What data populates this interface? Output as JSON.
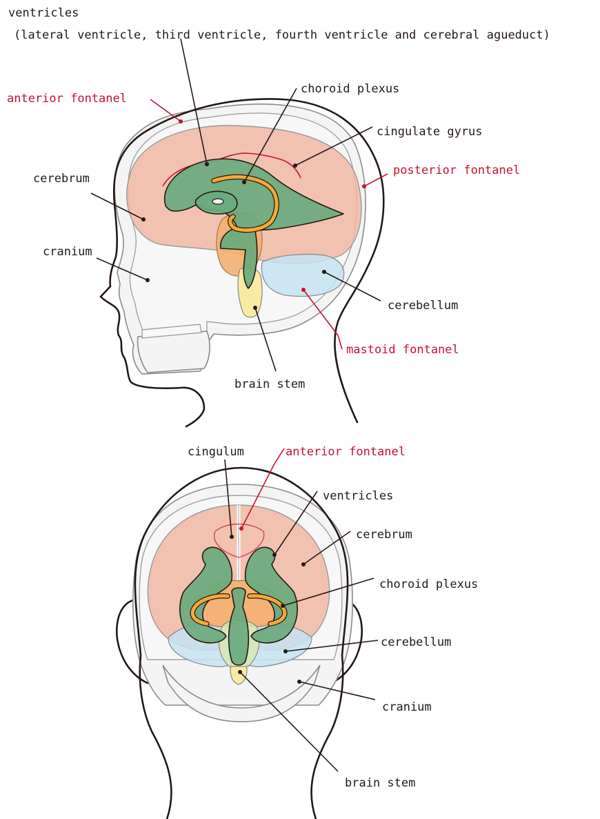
{
  "lateral_view": {
    "labels": {
      "ventricles": "ventricles",
      "ventricles_detail": "(lateral ventricle, third ventricle, fourth ventricle and cerebral agueduct)",
      "anterior_fontanel": "anterior fontanel",
      "choroid_plexus": "choroid plexus",
      "cingulate_gyrus": "cingulate gyrus",
      "posterior_fontanel": "posterior fontanel",
      "cerebrum": "cerebrum",
      "cranium": "cranium",
      "cerebellum": "cerebellum",
      "mastoid_fontanel": "mastoid fontanel",
      "brain_stem": "brain stem"
    }
  },
  "frontal_view": {
    "labels": {
      "cingulum": "cingulum",
      "anterior_fontanel": "anterior fontanel",
      "ventricles": "ventricles",
      "cerebrum": "cerebrum",
      "choroid_plexus": "choroid plexus",
      "cerebellum": "cerebellum",
      "cranium": "cranium",
      "brain_stem": "brain stem"
    }
  },
  "colors": {
    "fontanel_labels": "#c8102e",
    "cerebrum": "#f0b9a3",
    "ventricles": "#6aaa7d",
    "choroid_plexus": "#f4a93a",
    "cerebellum": "#c6e3f3",
    "brain_stem": "#fbeaa5",
    "cranium": "#f4f4f4"
  }
}
